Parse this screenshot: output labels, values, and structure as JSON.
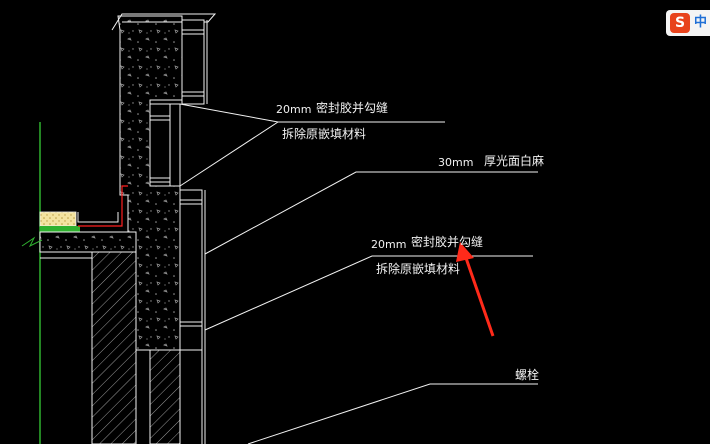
{
  "annotations": {
    "a1_size": "20mm",
    "a1_text": "密封胶并勾缝",
    "a1_sub": "拆除原嵌填材料",
    "a2_size": "30mm",
    "a2_text": "厚光面白麻",
    "a3_size": "20mm",
    "a3_text": "密封胶并勾缝",
    "a3_sub": "拆除原嵌填材料",
    "a4_text": "螺栓"
  },
  "ime": {
    "logo": "S",
    "lang": "中"
  },
  "colors": {
    "background": "#000000",
    "lines": "#f2f2f2",
    "concrete": "#8a8a8a",
    "insulation": "#f3e3a0",
    "green": "#2fb12f",
    "red_line": "#ff2020",
    "arrow": "#ff2a1a",
    "ime_red": "#e8431c",
    "ime_blue": "#1f6fd6"
  }
}
